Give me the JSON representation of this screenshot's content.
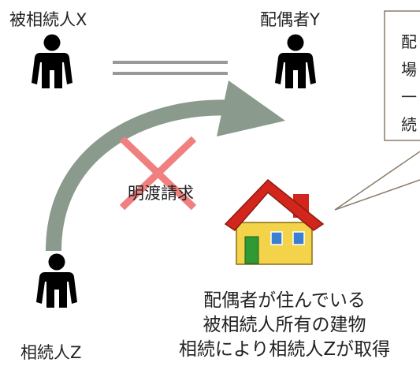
{
  "persons": {
    "deceased": "被相続人X",
    "spouse": "配偶者Y",
    "heir": "相続人Z"
  },
  "claim_label": "明渡請求",
  "callout_lines": [
    "配",
    "場",
    "一",
    "続"
  ],
  "caption_lines": [
    "配偶者が住んでいる",
    "被相続人所有の建物",
    "相続により相続人Zが取得"
  ],
  "colors": {
    "arrow": "#8a9a8c",
    "cross": "#f08080",
    "marriage_line": "#999999",
    "callout_border": "#8c7b6a",
    "house_roof": "#d2261c",
    "house_wall": "#f3d34a",
    "house_door": "#2f9a35",
    "house_window": "#3a7fd0"
  }
}
